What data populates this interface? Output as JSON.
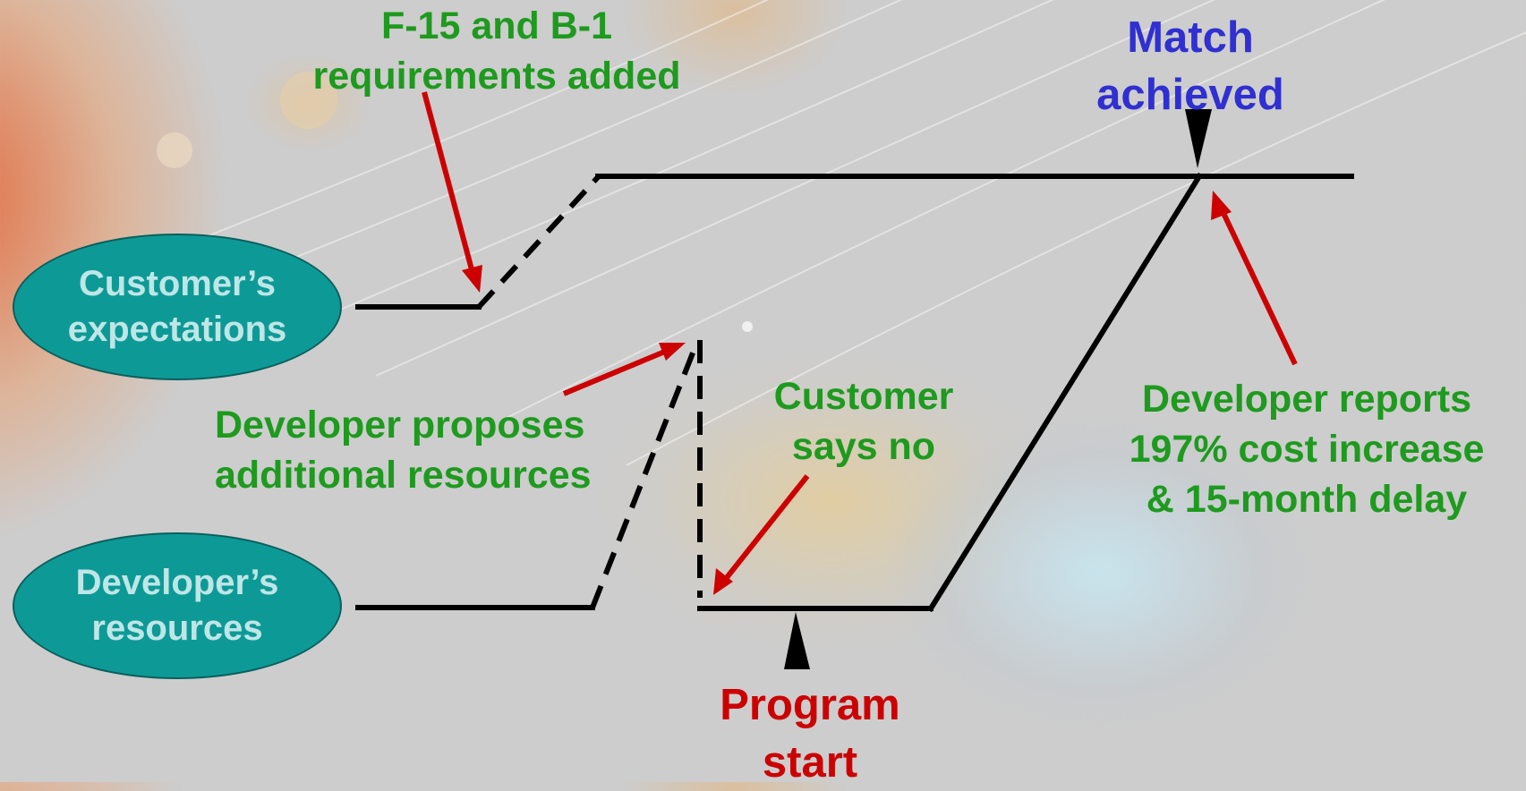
{
  "ovals": {
    "customer": "Customer’s\nexpectations",
    "developer": "Developer’s\nresources"
  },
  "labels": {
    "requirements_added": "F-15 and B-1\nrequirements added",
    "match_achieved": "Match\nachieved",
    "developer_proposes": "Developer proposes\nadditional resources",
    "customer_says_no": "Customer\nsays no",
    "developer_reports": "Developer reports\n197% cost increase\n& 15-month delay",
    "program_start": "Program\nstart"
  },
  "colors": {
    "oval_fill": "#0d9a97",
    "oval_text": "#bfe6e6",
    "annotation_green": "#1e9a1e",
    "match_blue": "#2f2fd2",
    "program_red": "#cc0000",
    "pointer_arrow_red": "#cc0000",
    "timeline_black": "#000000"
  }
}
